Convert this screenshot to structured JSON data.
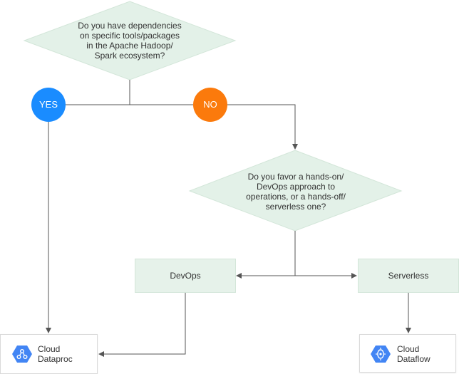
{
  "colors": {
    "decision_fill": "#e3f1e8",
    "yes": "#1a8cff",
    "no": "#fb7a0c",
    "box_fill": "#e6f2ea",
    "edge": "#555555",
    "gcp_blue": "#4285f4"
  },
  "decision1": {
    "text": "Do you have dependencies\non specific tools/packages\nin the Apache Hadoop/\nSpark ecosystem?"
  },
  "yes_label": "YES",
  "no_label": "NO",
  "decision2": {
    "text": "Do you favor a hands-on/\nDevOps approach to\noperations, or a hands-off/\nserverless one?"
  },
  "devops_label": "DevOps",
  "serverless_label": "Serverless",
  "dataproc": {
    "label": "Cloud\nDataproc",
    "icon": "dataproc-icon"
  },
  "dataflow": {
    "label": "Cloud\nDataflow",
    "icon": "dataflow-icon"
  }
}
